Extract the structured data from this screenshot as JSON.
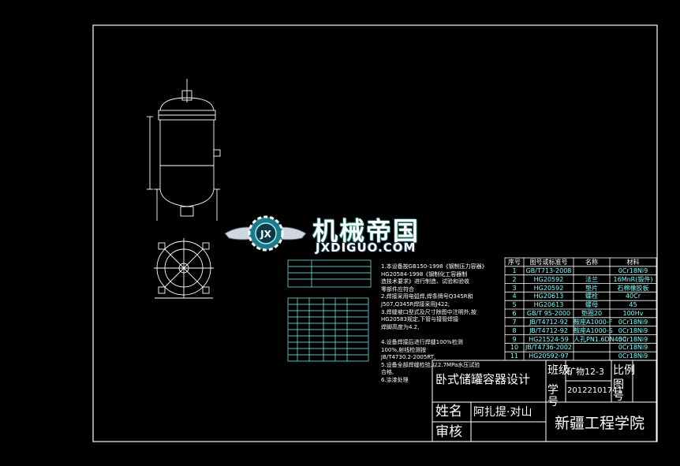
{
  "watermark": {
    "name_cn": "机械帝国",
    "site": "JXDIGUO.COM",
    "emblem": "JX"
  },
  "parts_table": {
    "headers": [
      "序号",
      "图号或标准号",
      "名称",
      "材料"
    ],
    "rows": [
      [
        "1",
        "GB/T713-2008",
        "",
        "0Cr18Ni9"
      ],
      [
        "2",
        "HG20592",
        "法兰",
        "16MnR(锻件)"
      ],
      [
        "3",
        "HG20592",
        "垫片",
        "石棉橡胶板"
      ],
      [
        "4",
        "HG20613",
        "螺栓",
        "40Cr"
      ],
      [
        "5",
        "HG20613",
        "螺母",
        "45"
      ],
      [
        "6",
        "GB/T 95-2000",
        "垫圈20",
        "100Hv"
      ],
      [
        "7",
        "JB/T4712-92",
        "鞍座A1000-F",
        "0Cr18Ni9"
      ],
      [
        "8",
        "JB/T4712-92",
        "鞍座A1000-S",
        "0Cr18Ni9"
      ],
      [
        "9",
        "HG21524-59",
        "人孔PN1.6DN450",
        "0Cr18Ni9"
      ],
      [
        "10",
        "JB/T4736-2002",
        "",
        "0Cr18Ni9"
      ],
      [
        "11",
        "HG20592-97",
        "",
        "0Cr18Ni9"
      ]
    ]
  },
  "notes_lines": [
    "1.本设备按GB150-1998《钢制压力容器》",
    "  HG20584-1998《钢制化工容器制",
    "  造技术要求》进行制造、试验和验收",
    "  零部件应符合",
    "2.焊接采用电弧焊,焊条牌号Q345R和",
    "  J507,Q345R焊接采用J422;",
    "3.焊缝坡口型式及尺寸除图中注明外,按",
    "  HG20583规定,下管与接管焊接",
    "  焊脚高度为4.2,",
    "",
    "4.设备焊接后进行焊缝100%检测",
    "  100%,射线检测按",
    "  JB/T4730.2-2005RT,",
    "5.设备全部焊缝检验,以2.7MPa水压试验",
    "  合格,",
    "6.涂漆处理"
  ],
  "title_block": {
    "drawing_title": "卧式储罐容器设计",
    "class_label": "班级",
    "class_value": "矿物12-3",
    "student_no_label": "学号",
    "student_no_value": "20122101741",
    "scale_label": "比例",
    "figure_no_label": "图号",
    "name_label": "姓名",
    "name_value": "阿扎提·对山",
    "review_label": "审核",
    "institution": "新疆工程学院"
  }
}
